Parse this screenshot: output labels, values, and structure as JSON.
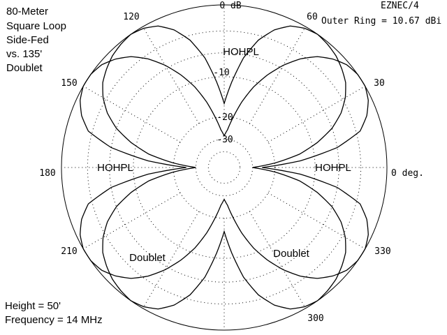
{
  "chart_data": {
    "type": "polar",
    "title_lines": [
      "80-Meter",
      "Square Loop",
      "Side-Fed",
      "vs. 135'",
      "Doublet"
    ],
    "software": "EZNEC/4",
    "outer_ring": "Outer Ring = 10.67 dBi",
    "outer_ring_dbi": 10.67,
    "radial_scale": "ARRL log",
    "ring_labels": [
      {
        "db": 0,
        "text": "0 dB"
      },
      {
        "db": -10,
        "text": "-10"
      },
      {
        "db": -20,
        "text": "-20"
      },
      {
        "db": -30,
        "text": "-30"
      }
    ],
    "angle_labels": [
      {
        "deg": 0,
        "text": "0 deg."
      },
      {
        "deg": 30,
        "text": "30"
      },
      {
        "deg": 60,
        "text": "60"
      },
      {
        "deg": 120,
        "text": "120"
      },
      {
        "deg": 150,
        "text": "150"
      },
      {
        "deg": 180,
        "text": "180"
      },
      {
        "deg": 210,
        "text": "210"
      },
      {
        "deg": 300,
        "text": "300"
      },
      {
        "deg": 330,
        "text": "330"
      }
    ],
    "series": [
      {
        "name": "HOHPL",
        "pattern": [
          [
            0,
            -25
          ],
          [
            5,
            -13
          ],
          [
            10,
            -6
          ],
          [
            15,
            -2.5
          ],
          [
            20,
            -1.2
          ],
          [
            25,
            -0.4
          ],
          [
            30,
            0
          ],
          [
            35,
            0
          ],
          [
            40,
            -0.3
          ],
          [
            45,
            -1
          ],
          [
            50,
            -2
          ],
          [
            55,
            -3.5
          ],
          [
            60,
            -5.5
          ],
          [
            65,
            -8
          ],
          [
            70,
            -11
          ],
          [
            75,
            -15
          ],
          [
            80,
            -20
          ],
          [
            85,
            -25
          ],
          [
            90,
            -28
          ]
        ]
      },
      {
        "name": "Doublet",
        "pattern": [
          [
            0,
            -30
          ],
          [
            5,
            -20
          ],
          [
            10,
            -13
          ],
          [
            15,
            -9
          ],
          [
            20,
            -6
          ],
          [
            25,
            -4
          ],
          [
            30,
            -2.6
          ],
          [
            35,
            -1.6
          ],
          [
            40,
            -1
          ],
          [
            45,
            -0.5
          ],
          [
            50,
            -0.2
          ],
          [
            55,
            0
          ],
          [
            60,
            -0.2
          ],
          [
            65,
            -0.7
          ],
          [
            70,
            -1.8
          ],
          [
            75,
            -3.6
          ],
          [
            80,
            -6.5
          ],
          [
            85,
            -11
          ],
          [
            90,
            -16
          ]
        ]
      }
    ],
    "series_labels": [
      {
        "text": "HOHPL"
      },
      {
        "text": "HOHPL"
      },
      {
        "text": "HOHPL"
      },
      {
        "text": "Doublet"
      },
      {
        "text": "Doublet"
      }
    ]
  },
  "footer": {
    "height": "Height = 50'",
    "frequency": "Frequency = 14 MHz"
  }
}
